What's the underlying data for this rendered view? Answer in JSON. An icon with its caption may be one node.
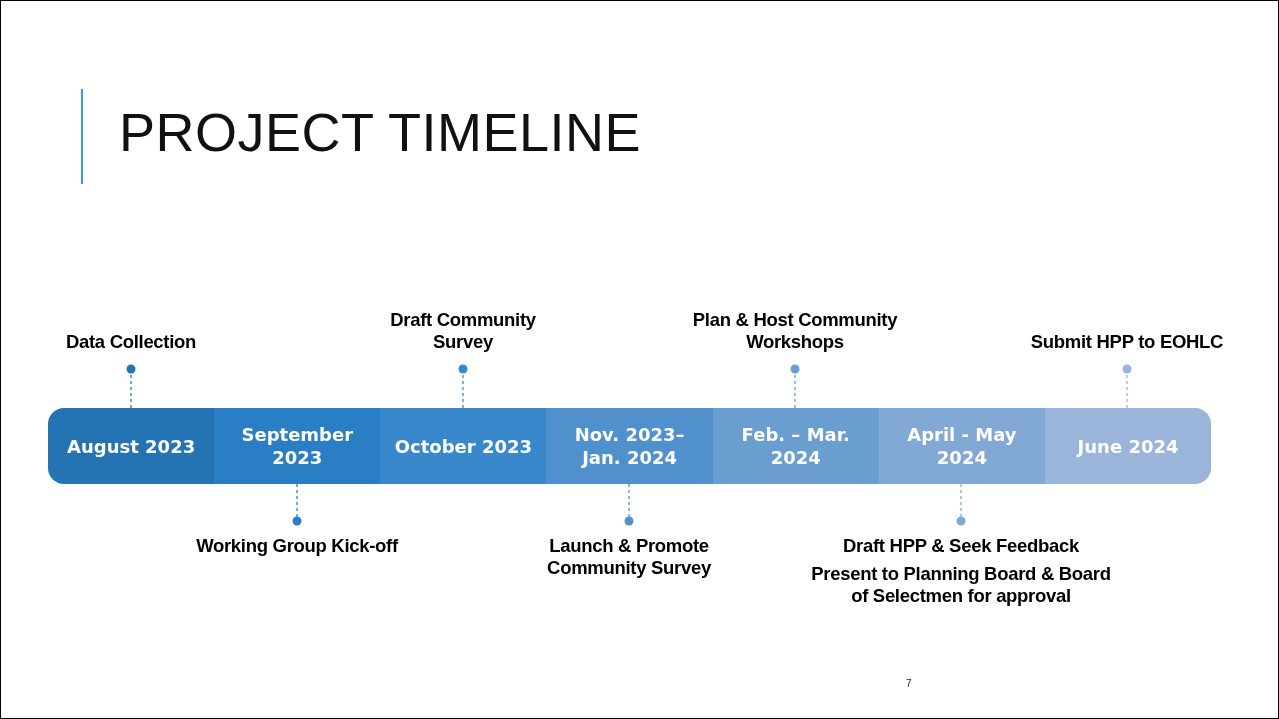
{
  "diagram": {
    "title": "PROJECT TIMELINE",
    "nodes": [
      {
        "text": [
          "August 2023"
        ]
      },
      {
        "text": [
          "September 2023"
        ]
      },
      {
        "text": [
          "October 2023"
        ]
      },
      {
        "text": [
          "Nov. 2023– Jan. 2024"
        ]
      },
      {
        "text": [
          "Feb. – Mar. 2024"
        ]
      },
      {
        "text": [
          "April - May 2024"
        ]
      },
      {
        "text": [
          "June 2024"
        ]
      },
      {
        "text": [
          "Data Collection"
        ]
      },
      {
        "text": [
          "Working Group Kick-off"
        ]
      },
      {
        "text": [
          "Draft Community Survey"
        ]
      },
      {
        "text": [
          "Launch & Promote Community Survey"
        ]
      },
      {
        "text": [
          "Plan & Host Community Workshops"
        ]
      },
      {
        "text": [
          "Draft HPP & Seek Feedback",
          "Present to Planning Board & Board of Selectmen for approval"
        ]
      },
      {
        "text": [
          "Submit HPP to EOHLC"
        ]
      }
    ],
    "edges": [
      {
        "from": 0,
        "to": 7,
        "arrow": "other",
        "style": "dashed",
        "color": "#2473b3"
      },
      {
        "from": 1,
        "to": 8,
        "arrow": "other",
        "style": "dashed",
        "color": "#2a7ec4"
      },
      {
        "from": 2,
        "to": 9,
        "arrow": "other",
        "style": "dashed",
        "color": "#3a88cc"
      },
      {
        "from": 3,
        "to": 10,
        "arrow": "other",
        "style": "dashed",
        "color": "#5090cd"
      },
      {
        "from": 4,
        "to": 11,
        "arrow": "other",
        "style": "dashed",
        "color": "#6a9dd0"
      },
      {
        "from": 5,
        "to": 12,
        "arrow": "other",
        "style": "dashed",
        "color": "#82a8d5"
      },
      {
        "from": 6,
        "to": 13,
        "arrow": "other",
        "style": "dashed",
        "color": "#9ab4da"
      }
    ],
    "labels": [
      "7"
    ]
  }
}
